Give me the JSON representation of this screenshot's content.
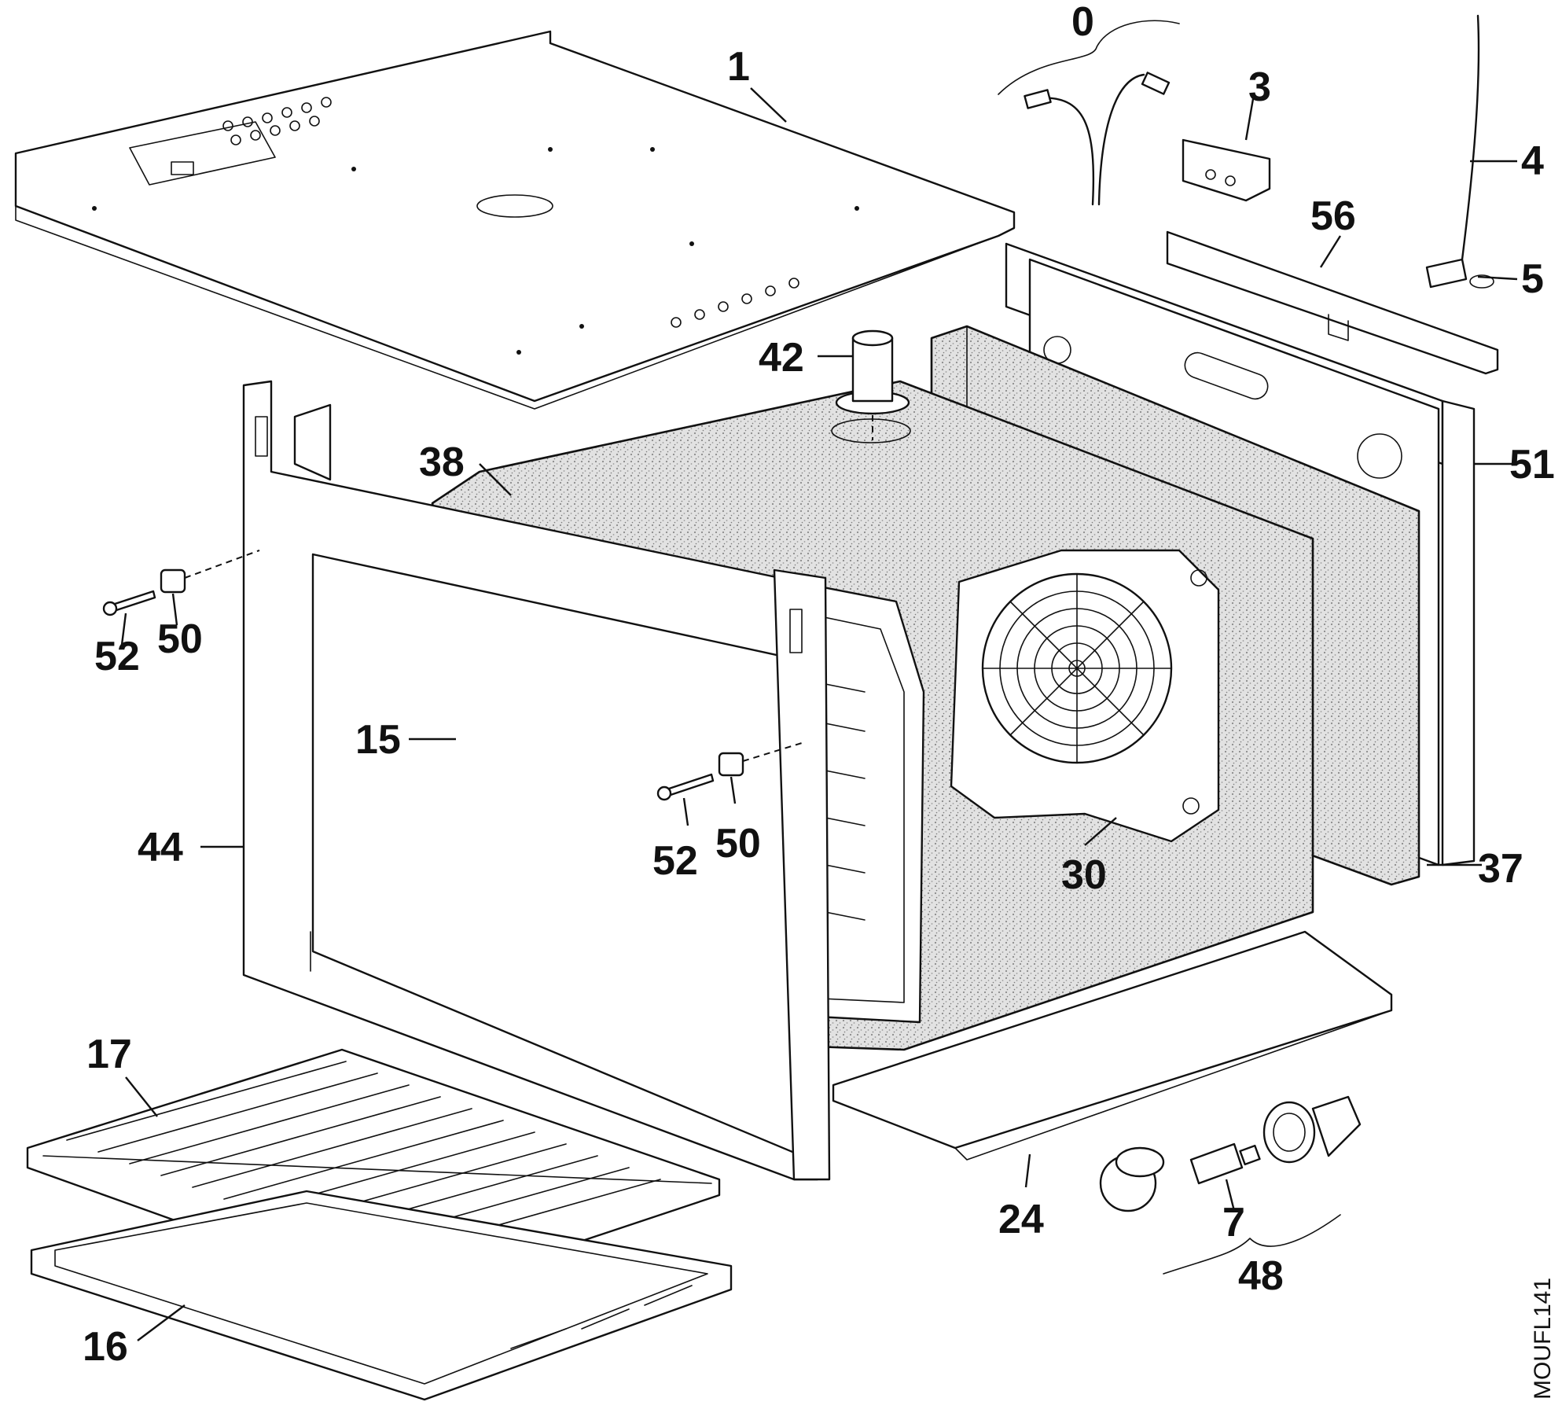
{
  "diagram": {
    "drawing_code": "MOUFL141",
    "callouts": {
      "c0": "0",
      "c1": "1",
      "c3": "3",
      "c4": "4",
      "c5": "5",
      "c56": "56",
      "c42": "42",
      "c38": "38",
      "c51": "51",
      "c52a": "52",
      "c50a": "50",
      "c15": "15",
      "c44": "44",
      "c52b": "52",
      "c50b": "50",
      "c30": "30",
      "c37": "37",
      "c17": "17",
      "c16": "16",
      "c24": "24",
      "c7": "7",
      "c48": "48"
    }
  }
}
